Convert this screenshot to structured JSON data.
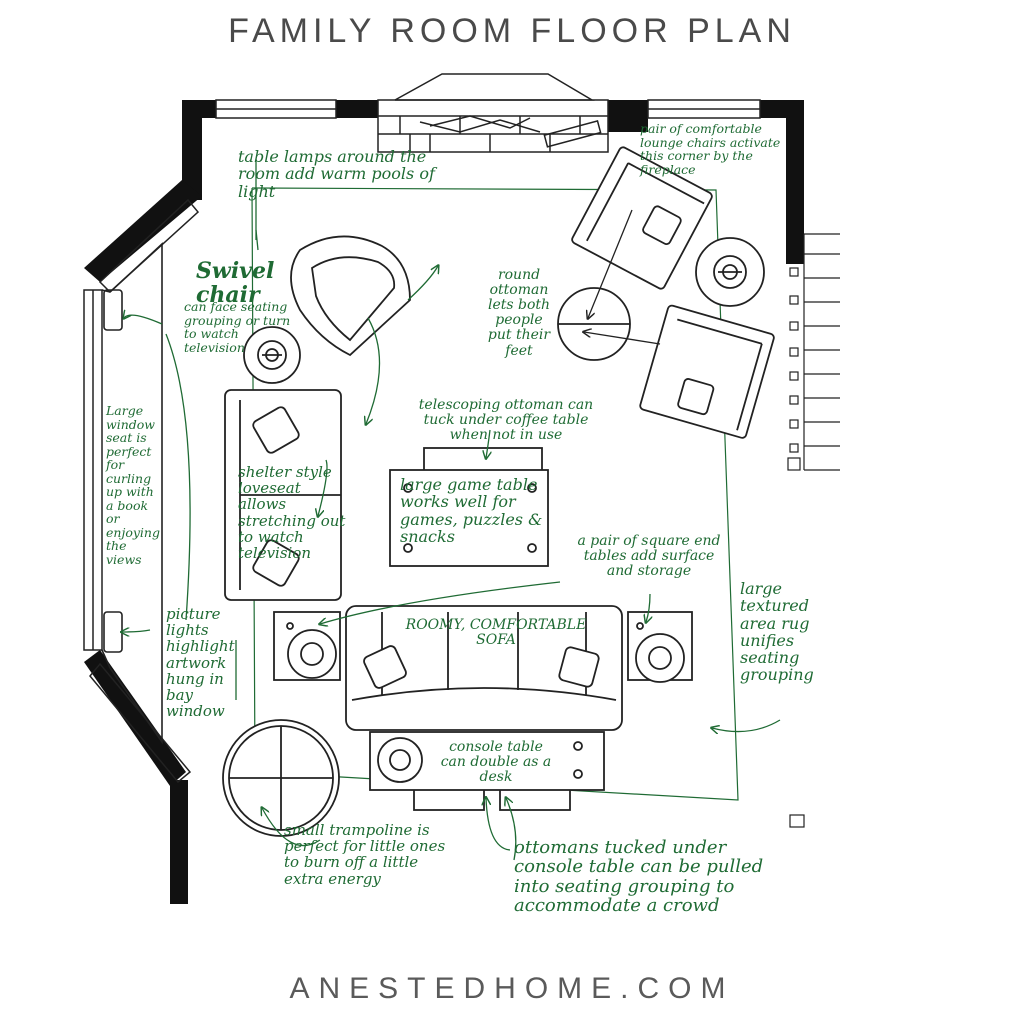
{
  "title": "FAMILY ROOM FLOOR PLAN",
  "footer": "ANESTEDHOME.COM",
  "colors": {
    "wall": "#111111",
    "ink": "#222222",
    "annotation": "#1f6b34",
    "title": "#4a4a4a"
  },
  "annotations": {
    "table_lamps": "table lamps around the room add warm pools of light",
    "swivel_title": "Swivel chair",
    "swivel_body": "can face seating grouping or turn to watch television",
    "lounge_chairs": "pair of comfortable lounge chairs activate this corner by the fireplace",
    "round_ottoman": "round ottoman lets both people put their feet",
    "window_seat": "Large window seat is perfect for curling up with a book or enjoying the views",
    "telescoping_ottoman": "telescoping ottoman can tuck under coffee table when not in use",
    "game_table": "large game table works well for games, puzzles & snacks",
    "loveseat": "shelter style loveseat allows stretching out to watch television",
    "end_tables": "a pair of square end tables add surface and storage",
    "area_rug": "large textured area rug unifies seating grouping",
    "picture_lights": "picture lights highlight artwork hung in bay window",
    "sofa": "ROOMY, COMFORTABLE SOFA",
    "console_table": "console table can double as a desk",
    "trampoline": "small trampoline is perfect for little ones to burn off a little extra energy",
    "ottomans_tucked": "ottomans tucked under console table can be pulled into seating grouping to accommodate a crowd"
  }
}
